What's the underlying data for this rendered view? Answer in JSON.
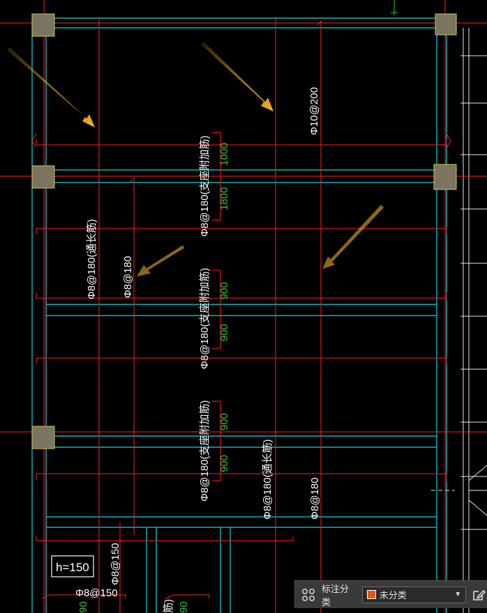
{
  "drawing": {
    "labels": {
      "rebar_d10_200": "Φ10@200",
      "rebar_d8_180_support_top": "Φ8@180(支座附加筋)",
      "dim_1000_top": "1000",
      "dim_1800": "1800",
      "rebar_d8_180_through_left": "Φ8@180(通长筋)",
      "rebar_d8_180_left": "Φ8@180",
      "rebar_d8_180_support_mid": "Φ8@180(支座附加筋)",
      "dim_900_mid_a": "900",
      "dim_900_mid_b": "900",
      "rebar_d8_180_support_low": "Φ8@180(支座附加筋)",
      "dim_900_low_a": "900",
      "dim_900_low_b": "900",
      "rebar_d8_180_through_low": "Φ8@180(通长筋)",
      "rebar_d8_180_right_low": "Φ8@180",
      "rebar_d8_150_vertical": "Φ8@150",
      "rebar_d8_150_horizontal": "Φ8@150",
      "slab_thickness": "h=150",
      "cut_label_partial": "筋)",
      "cut_dim_left": "90",
      "cut_dim_bottom": "90"
    },
    "colors": {
      "background": "#000000",
      "red_line": "#ff2020",
      "cyan_line": "#19d3e0",
      "white_text": "#ffffff",
      "green_dim": "#31c531",
      "column_fill": "#7a7461",
      "column_edge": "#cfc44a",
      "arrow": "#f5b41c"
    }
  },
  "annotation_bar": {
    "category_label": "标注分类",
    "selected_category": "未分类",
    "swatch_color": "#e55a12",
    "icons": [
      "grid-icon",
      "chevron-down-icon",
      "edit-icon"
    ]
  }
}
